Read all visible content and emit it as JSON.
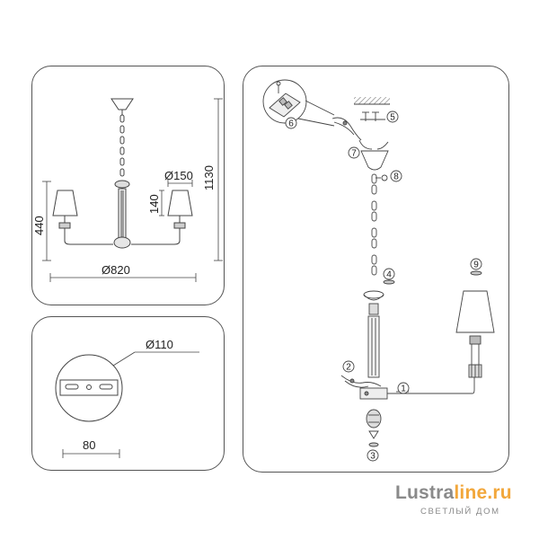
{
  "dimensions": {
    "height_total": "1130",
    "height_body": "440",
    "shade_height": "140",
    "shade_diameter": "Ø150",
    "width": "Ø820",
    "mount_diameter": "Ø110",
    "mount_width": "80"
  },
  "callouts": [
    "1",
    "2",
    "3",
    "4",
    "5",
    "6",
    "7",
    "8",
    "9"
  ],
  "logo": {
    "brand_a": "Lustra",
    "brand_b": "line.ru",
    "tagline": "СВЕТЛЫЙ ДОМ"
  }
}
